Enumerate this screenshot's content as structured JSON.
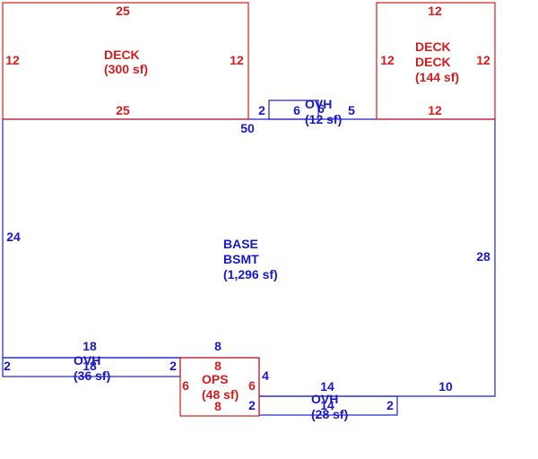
{
  "areas": {
    "deck_left": {
      "name": "DECK",
      "area": "(300 sf)",
      "top": "25",
      "bottom": "25",
      "left": "12",
      "right": "12"
    },
    "deck_right": {
      "name1": "DECK",
      "name2": "DECK",
      "area": "(144 sf)",
      "top": "12",
      "bottom": "12",
      "left": "12",
      "right": "12"
    },
    "ovh_top": {
      "name": "OVH",
      "area": "(12 sf)",
      "left_dim": "2",
      "right_dim": "5",
      "top_dim_a": "6",
      "top_dim_b": "6"
    },
    "base": {
      "name1": "BASE",
      "name2": "BSMT",
      "area": "(1,296 sf)",
      "top": "50",
      "left": "24",
      "right": "28",
      "bottom_right": "10"
    },
    "ovh_left": {
      "name": "OVH",
      "area": "(36 sf)",
      "top": "18",
      "bottom": "18",
      "left": "2",
      "right": "2"
    },
    "ops": {
      "name": "OPS",
      "area": "(48 sf)",
      "top_blue": "8",
      "top": "8",
      "bottom": "8",
      "left": "6",
      "right": "6",
      "right_outer": "4"
    },
    "ovh_bottom": {
      "name": "OVH",
      "area": "(28 sf)",
      "top": "14",
      "bottom": "14",
      "left": "2",
      "right": "2"
    }
  },
  "colors": {
    "line_blue": "#2020c8",
    "line_red": "#d41c1c"
  }
}
